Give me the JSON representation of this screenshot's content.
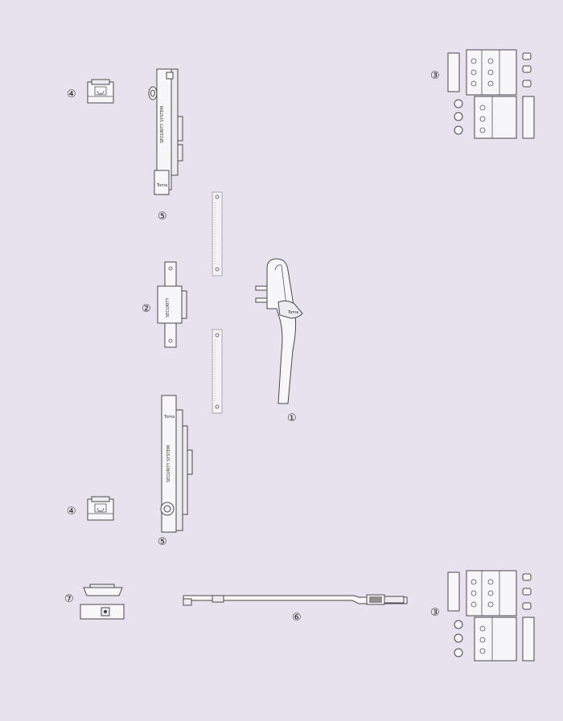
{
  "diagram": {
    "callouts": [
      {
        "id": "c4-top",
        "label": "④"
      },
      {
        "id": "c5-top",
        "label": "⑤"
      },
      {
        "id": "c2",
        "label": "②"
      },
      {
        "id": "c1",
        "label": "①"
      },
      {
        "id": "c4-bottom",
        "label": "④"
      },
      {
        "id": "c5-bottom",
        "label": "⑤"
      },
      {
        "id": "c7",
        "label": "⑦"
      },
      {
        "id": "c6",
        "label": "⑥"
      },
      {
        "id": "c3-top",
        "label": "③"
      },
      {
        "id": "c3-bottom",
        "label": "③"
      }
    ],
    "brand_mark": "Toma"
  }
}
